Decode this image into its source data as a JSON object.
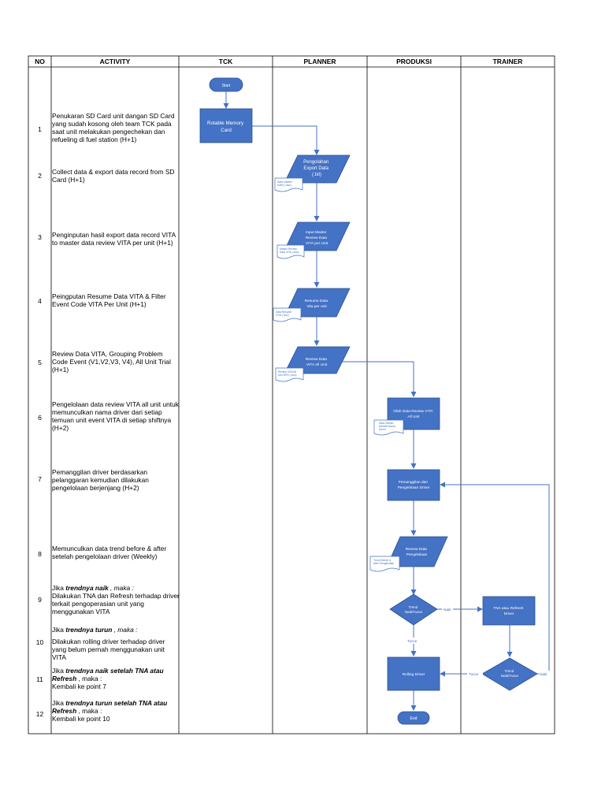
{
  "headers": {
    "no": "NO",
    "activity": "ACTIVITY",
    "tck": "TCK",
    "planner": "PLANNER",
    "produksi": "PRODUKSI",
    "trainer": "TRAINER"
  },
  "rows": [
    {
      "no": "1",
      "activity": "Penukaran SD Card unit dangan SD Card yang sudah kosong oleh team TCK pada saat unit melakukan pengechekan dan refueling di fuel station (H+1)"
    },
    {
      "no": "2",
      "activity": "Collect data & export data record from SD Card (H+1)"
    },
    {
      "no": "3",
      "activity": "Penginputan hasil export data record VITA to master data review VITA per unit (H+1)"
    },
    {
      "no": "4",
      "activity": "Peingputan Resume Data VITA & Filter Event Code VITA Per Unit (H+1)"
    },
    {
      "no": "5",
      "activity": "Review Data VITA, Grouping Problem Code Event (V1,V2,V3, V4), All Unit Trial (H+1)"
    },
    {
      "no": "6",
      "activity": "Pengelolaan data review VITA all unit untuk memunculkan nama driver dari setiap temuan unit event VITA di setiap shiftnya (H+2)"
    },
    {
      "no": "7",
      "activity": "Pemanggilan driver berdasarkan pelanggaran kemudian dilakukan pengelolaan berjenjang (H+2)"
    },
    {
      "no": "8",
      "activity": "Memunculkan data trend before & after setelah pengelolaan driver (Weekly)"
    },
    {
      "no": "9",
      "activity_pre": "Jika ",
      "activity_em": "trendnya naik",
      "activity_post": " , maka :",
      "activity_rest": "Dilakukan TNA dan Refresh terhadap driver terkait pengoperasian unit yang menggunakan VITA"
    },
    {
      "no": "10",
      "activity_pre": "Jika ",
      "activity_em": "trendnya turun",
      "activity_post": " , maka :",
      "activity_rest": "Dilakukan rolling driver terhadap driver yang belum pernah menggunakan unit VITA"
    },
    {
      "no": "11",
      "activity_pre": "Jika ",
      "activity_em": "trendnya naik setelah TNA atau Refresh",
      "activity_post": " , maka :",
      "activity_rest": "Kembali ke point 7"
    },
    {
      "no": "12",
      "activity_pre": "Jika ",
      "activity_em": "trendnya turun setelah TNA atau Refresh",
      "activity_post": " , maka :",
      "activity_rest": "Kembali ke point 10"
    }
  ],
  "nodes": {
    "start": "Start",
    "rotable": "Rotable Memory Card",
    "pengolahan": "Pengolahan Export Data (.txt)",
    "pengolahan_doc": "Data number event (.xlsx)",
    "input_master": "Input Master Review Data VITA per Unit",
    "input_master_doc": "Master Review Data VITA (.xlsx)",
    "resume": "Resume Data Vita per unit",
    "resume_doc": "Data Resume VITA (.xlsx)",
    "review_all": "Review Data VITA All Unit",
    "review_all_doc": "Review VITA All Unit DPR (.xlsx)",
    "olah": "Olah Data Review VITA All Unit",
    "olah_doc": "Data Olahan beserta Nama Driver",
    "pemanggilan": "Pemanggilan dan Pengelolaan Driver",
    "review_pengelolaan": "Review Data Pengelolaan",
    "review_pengelolaan_doc": "Trend Before & After Pengelolaan",
    "trend1": "Trend Naik/Turun",
    "tna": "TNA atau Refresh Driver",
    "trend2": "Trend Naik/Turun",
    "rolling": "Rolling Driver",
    "end": "End"
  },
  "edge_labels": {
    "naik1": "Naik",
    "turun1": "Turun",
    "turun2": "Turun",
    "naik2": "Naik"
  },
  "colors": {
    "fill": "#4472C4",
    "stroke": "#2F528F",
    "arrow": "#4472C4",
    "text_on_fill": "#ffffff"
  }
}
